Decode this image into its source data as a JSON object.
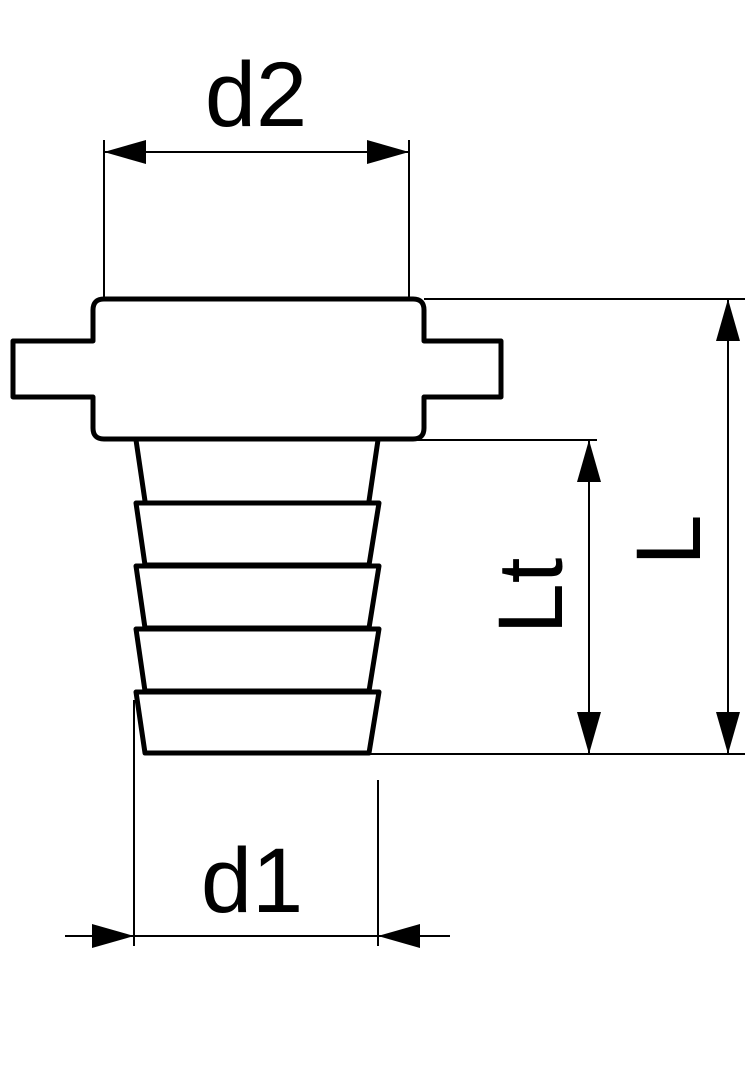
{
  "labels": {
    "d2": "d2",
    "d1": "d1",
    "L": "L",
    "Lt": "Lt"
  },
  "colors": {
    "line": "#000000",
    "background": "#ffffff"
  }
}
